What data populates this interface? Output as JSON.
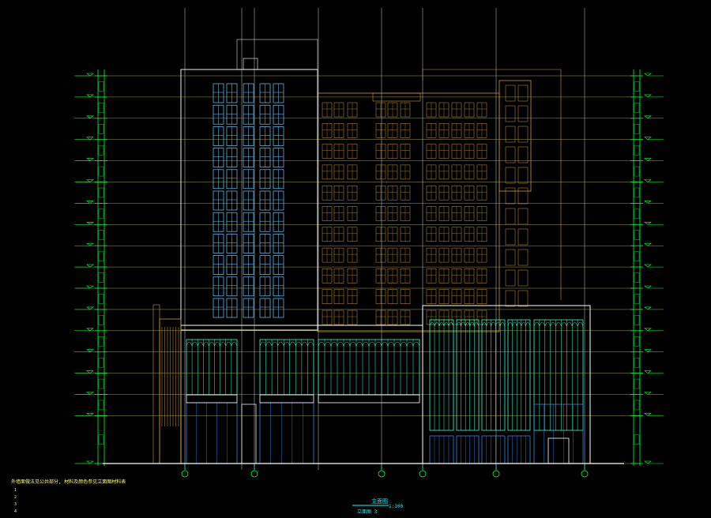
{
  "drawing": {
    "title": "立面图",
    "scale_label": "1:100",
    "sub_title": "立面图 3",
    "notes_heading": "外墙面做法见公共部分, 材料及颜色参见立面图材料表",
    "notes": [
      "1",
      "2",
      "3",
      "4"
    ],
    "colors": {
      "background": "#000000",
      "dimension": "#00ff33",
      "tower_left": "#ffffff",
      "tower_left_windows": "#66ccff",
      "tower_right": "#c8962c",
      "podium": "#ffffff",
      "curtain_wall": "#33ffcc",
      "glazing": "#3399ff",
      "axis_line": "#cccccc",
      "level_line": "#c8c85a",
      "annotation": "#00ffff"
    }
  }
}
